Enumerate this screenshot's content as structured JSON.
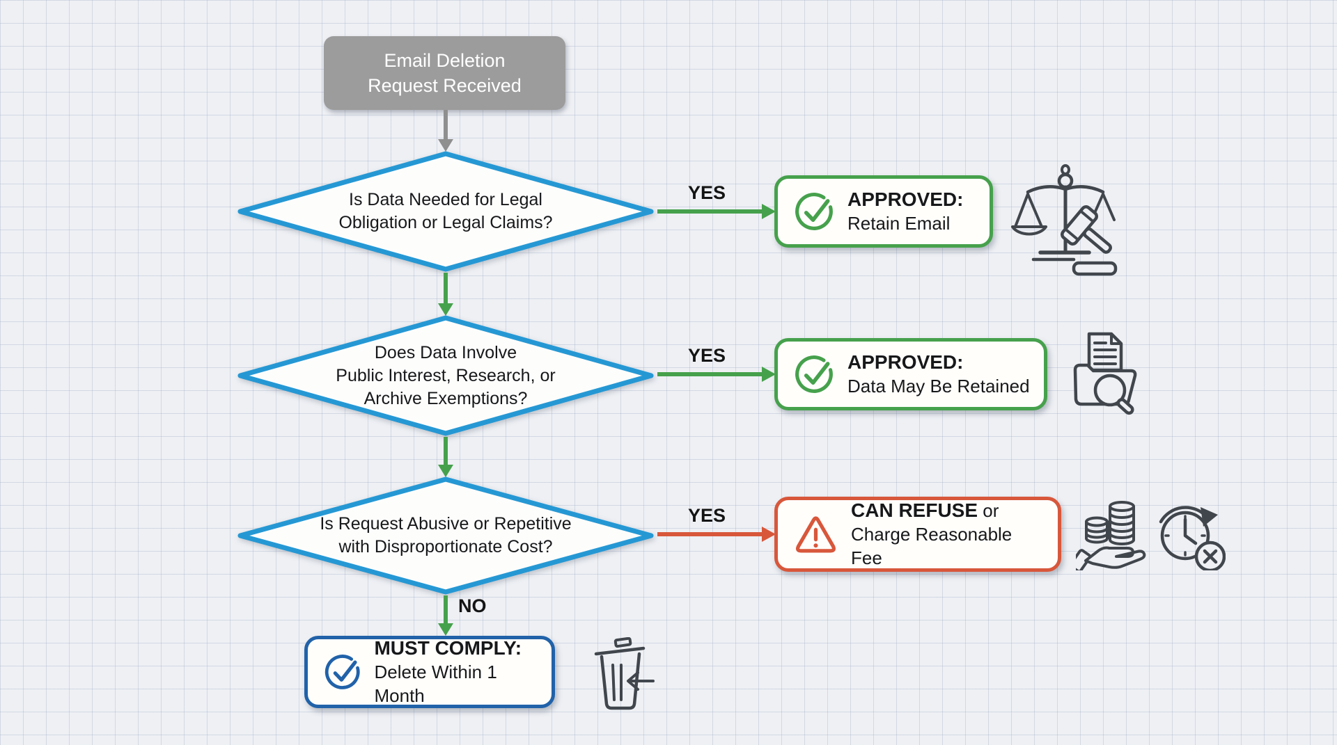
{
  "colors": {
    "paper": "#eef0f4",
    "blue": "#2598d4",
    "green": "#46a14c",
    "red": "#d8573b",
    "navy": "#2162a9",
    "gray": "#9c9c9c",
    "icon": "#41464d",
    "text": "#17181a"
  },
  "start": {
    "lines": [
      "Email Deletion",
      "Request Received"
    ]
  },
  "decisions": [
    {
      "lines": [
        "Is Data Needed for Legal",
        "Obligation or Legal Claims?"
      ]
    },
    {
      "lines": [
        "Does Data Involve",
        "Public Interest, Research, or",
        "Archive Exemptions?"
      ]
    },
    {
      "lines": [
        "Is Request Abusive or Repetitive",
        "with Disproportionate Cost?"
      ]
    }
  ],
  "labels": {
    "yes1": "YES",
    "yes2": "YES",
    "yes3": "YES",
    "no": "NO"
  },
  "outcomes": {
    "approved_retain": {
      "title": "APPROVED:",
      "subtitle": "Retain Email"
    },
    "approved_data": {
      "title": "APPROVED:",
      "subtitle": "Data May Be Retained"
    },
    "refuse": {
      "title": "CAN REFUSE",
      "title_suffix": " or",
      "subtitle": "Charge Reasonable Fee"
    },
    "comply": {
      "title": "MUST COMPLY:",
      "subtitle": "Delete Within 1 Month"
    }
  },
  "icons": {
    "check_circle": "check-circle-icon",
    "warning": "warning-triangle-icon",
    "scales": "scales-gavel-icon",
    "folder": "folder-search-icon",
    "coins": "coins-hand-icon",
    "clock": "clock-deadline-icon",
    "trash": "trash-delete-icon"
  }
}
